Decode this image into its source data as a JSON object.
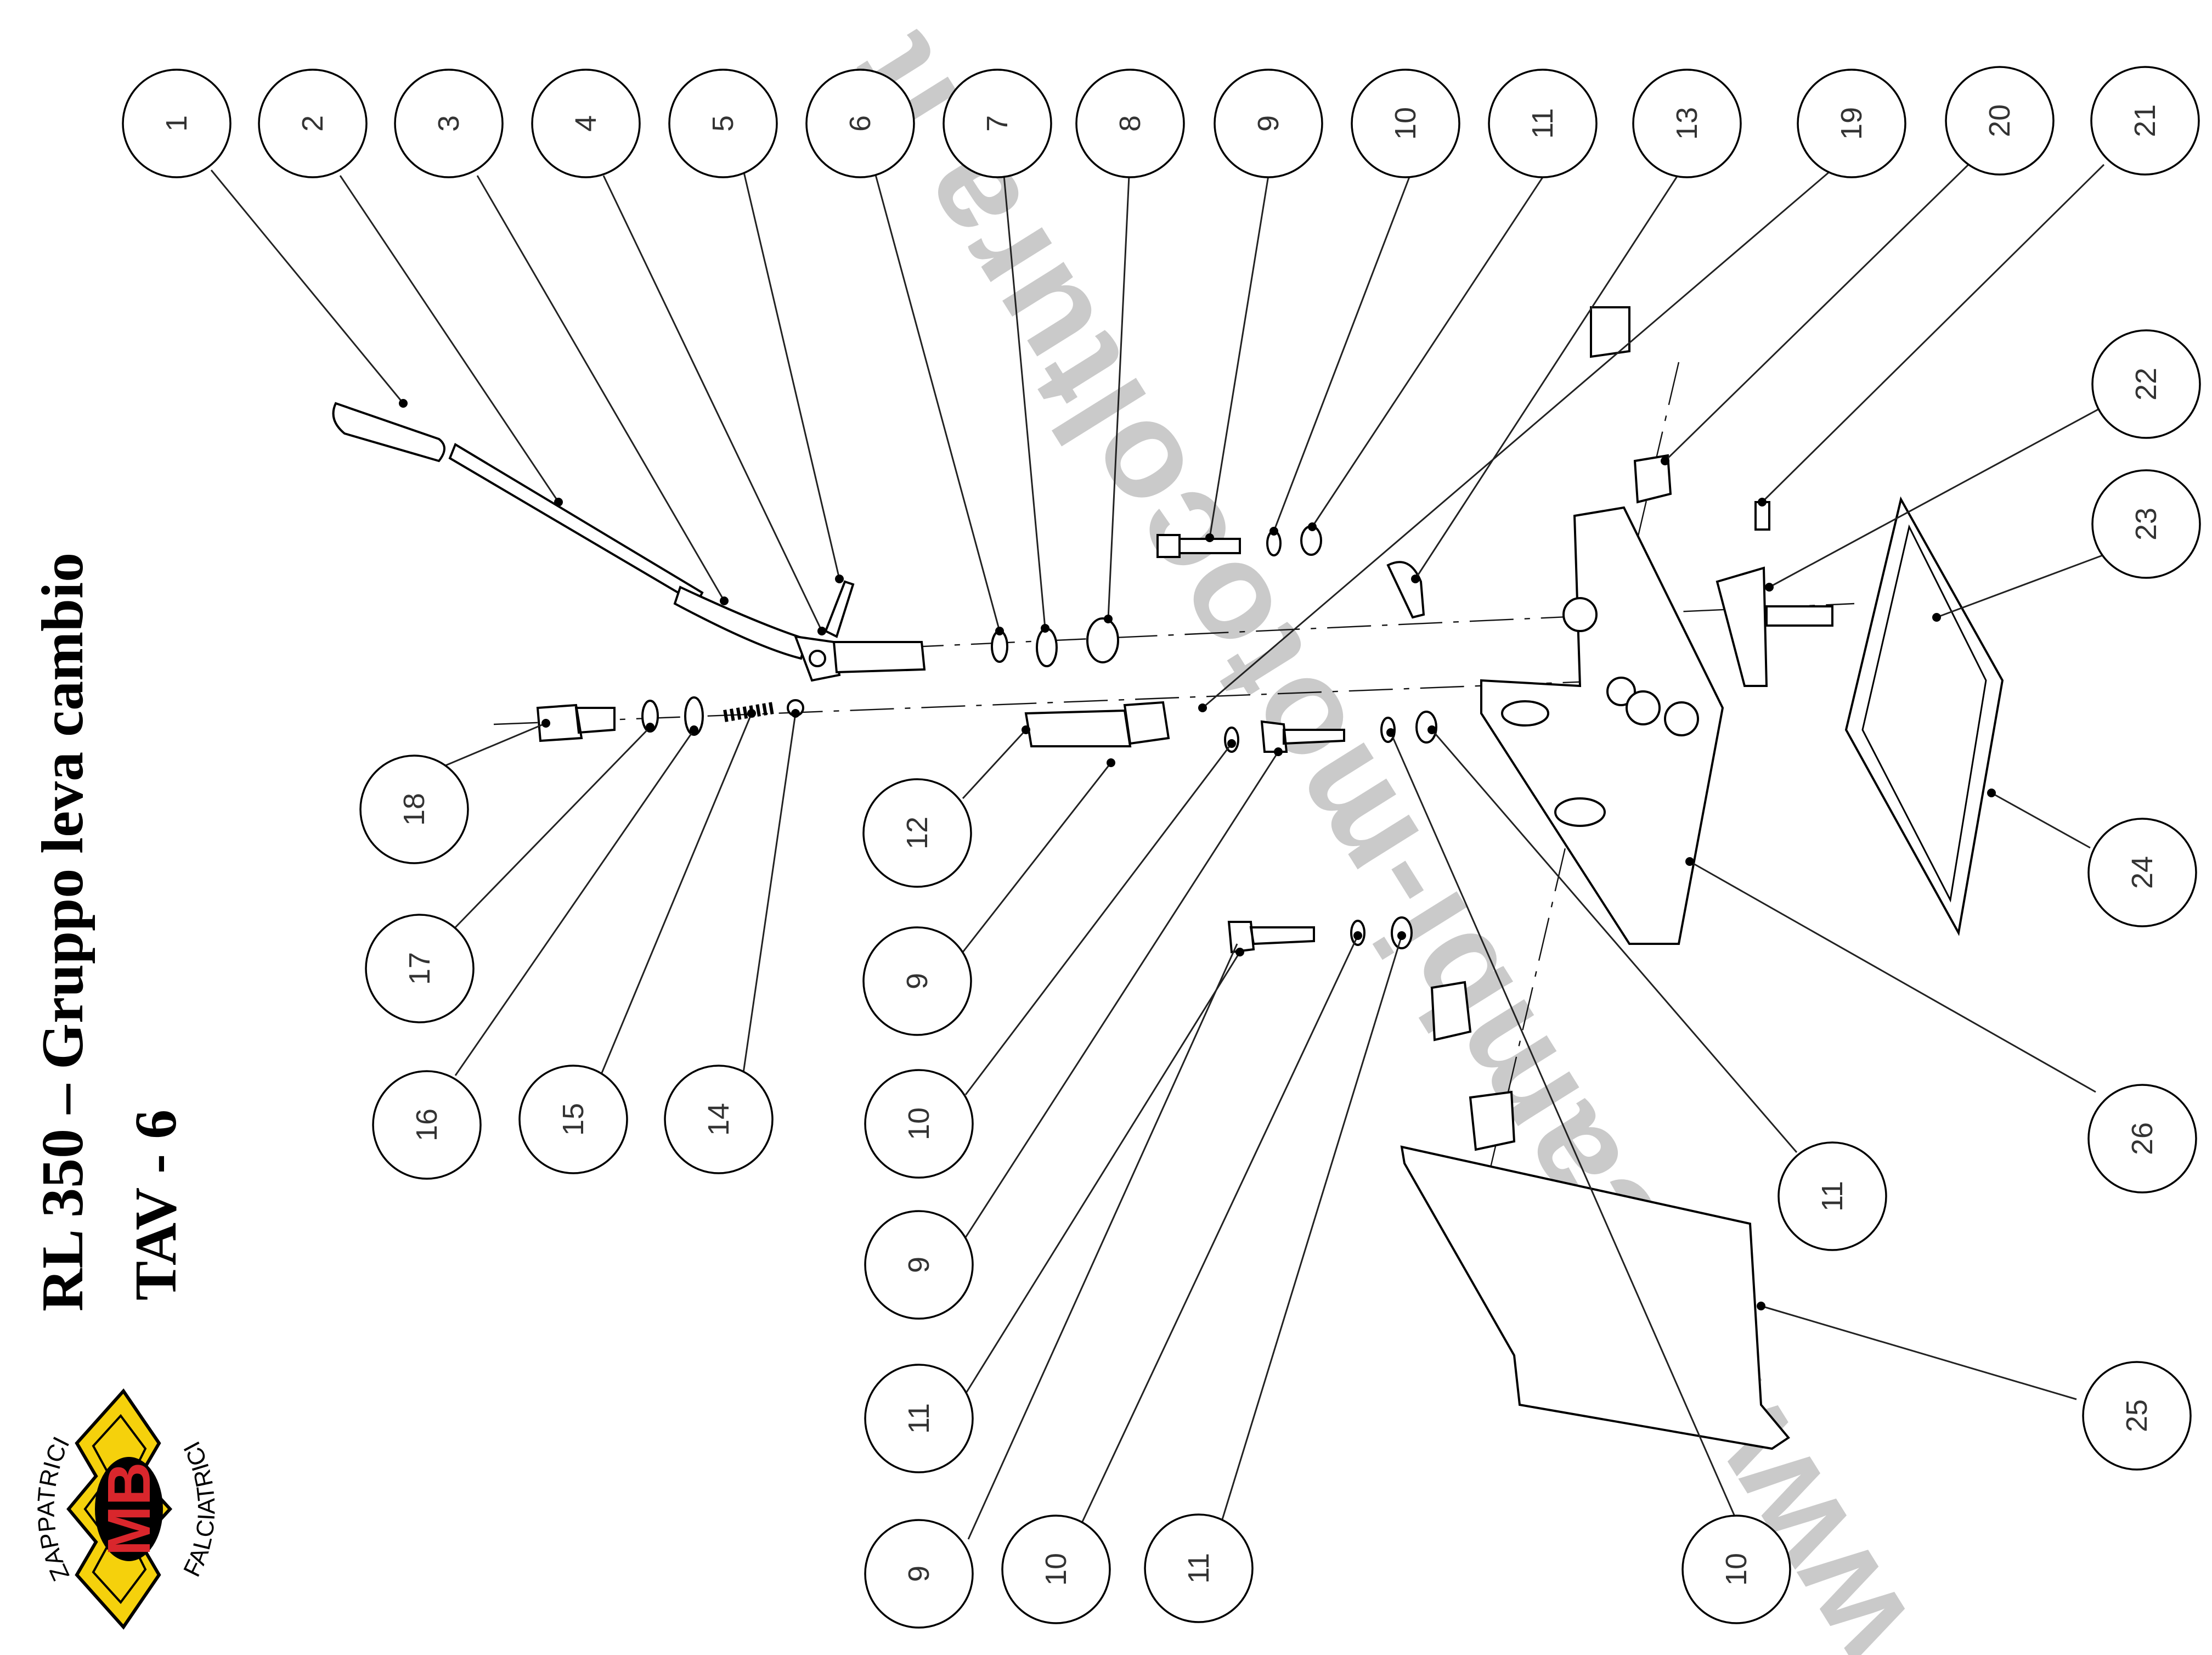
{
  "header": {
    "title": "RL 350 – Gruppo leva cambio",
    "table": "TAV - 6"
  },
  "logo": {
    "top_text": "ZAPPATRICI",
    "bottom_text": "FALCIATRICI",
    "mark": "MB",
    "colors": {
      "red": "#d9262c",
      "yellow": "#f5d10c",
      "black": "#000000"
    }
  },
  "watermark": "www.ricambi-motocoltura.it",
  "callouts": {
    "c1": "1",
    "c2": "2",
    "c3": "3",
    "c4": "4",
    "c5": "5",
    "c6": "6",
    "c7": "7",
    "c8": "8",
    "c9a": "9",
    "c10a": "10",
    "c11a": "11",
    "c13": "13",
    "c19": "19",
    "c20": "20",
    "c21": "21",
    "c22": "22",
    "c23": "23",
    "c24": "24",
    "c26": "26",
    "c11b": "11",
    "c25": "25",
    "c10b": "10",
    "c18": "18",
    "c17": "17",
    "c16": "16",
    "c15": "15",
    "c14": "14",
    "c12": "12",
    "c9b": "9",
    "c10c": "10",
    "c9c": "9",
    "c11c": "11",
    "c9d": "9",
    "c10d": "10",
    "c11d": "11"
  }
}
